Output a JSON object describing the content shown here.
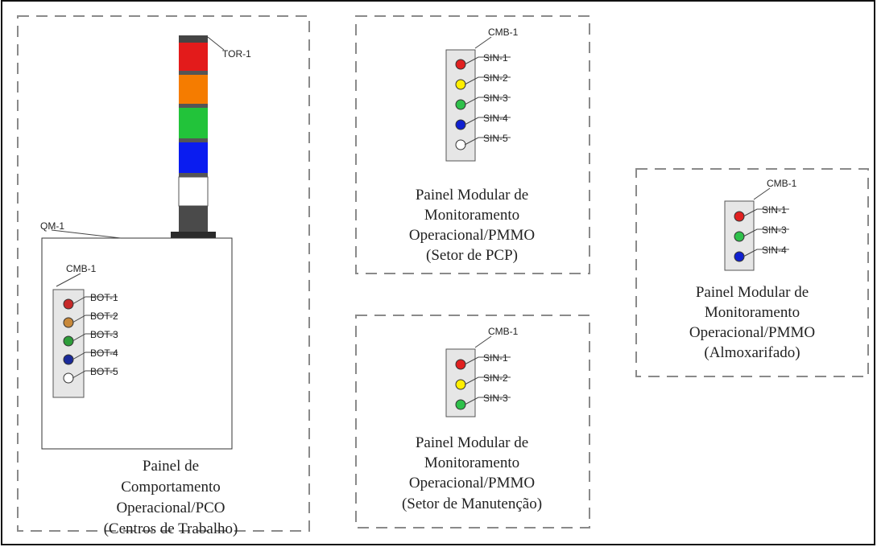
{
  "colors": {
    "red": "#d81b1b",
    "orange": "#f57c00",
    "green": "#22c33a",
    "blue": "#0a1cf0",
    "white": "#ffffff",
    "dark": "#4a4a4a",
    "yellow": "#ffee00",
    "orange_button": "#c8883a",
    "navy": "#1a2a9a"
  },
  "pco": {
    "tower_label": "TOR-1",
    "enclosure_label": "QM-1",
    "module_label": "CMB-1",
    "buttons": [
      {
        "label": "BOT-1",
        "color": "#c62828"
      },
      {
        "label": "BOT-2",
        "color": "#c8883a"
      },
      {
        "label": "BOT-3",
        "color": "#2e9d3a"
      },
      {
        "label": "BOT-4",
        "color": "#1a2a9a"
      },
      {
        "label": "BOT-5",
        "color": "#ffffff"
      }
    ],
    "caption": [
      "Painel de",
      "Comportamento",
      "Operacional/PCO",
      "(Centros de Trabalho)"
    ]
  },
  "pcp": {
    "module_label": "CMB-1",
    "signals": [
      {
        "label": "SIN-1",
        "color": "#e02020"
      },
      {
        "label": "SIN-2",
        "color": "#ffee00"
      },
      {
        "label": "SIN-3",
        "color": "#2ec04a"
      },
      {
        "label": "SIN-4",
        "color": "#1020d0"
      },
      {
        "label": "SIN-5",
        "color": "#ffffff"
      }
    ],
    "caption": [
      "Painel Modular de",
      "Monitoramento",
      "Operacional/PMMO",
      "(Setor de PCP)"
    ]
  },
  "manutencao": {
    "module_label": "CMB-1",
    "signals": [
      {
        "label": "SIN-1",
        "color": "#e02020"
      },
      {
        "label": "SIN-2",
        "color": "#ffee00"
      },
      {
        "label": "SIN-3",
        "color": "#2ec04a"
      }
    ],
    "caption": [
      "Painel Modular de",
      "Monitoramento",
      "Operacional/PMMO",
      "(Setor de Manutenção)"
    ]
  },
  "almoxarifado": {
    "module_label": "CMB-1",
    "signals": [
      {
        "label": "SIN-1",
        "color": "#e02020"
      },
      {
        "label": "SIN-3",
        "color": "#2ec04a"
      },
      {
        "label": "SIN-4",
        "color": "#1020d0"
      }
    ],
    "caption": [
      "Painel Modular de",
      "Monitoramento",
      "Operacional/PMMO",
      "(Almoxarifado)"
    ]
  }
}
